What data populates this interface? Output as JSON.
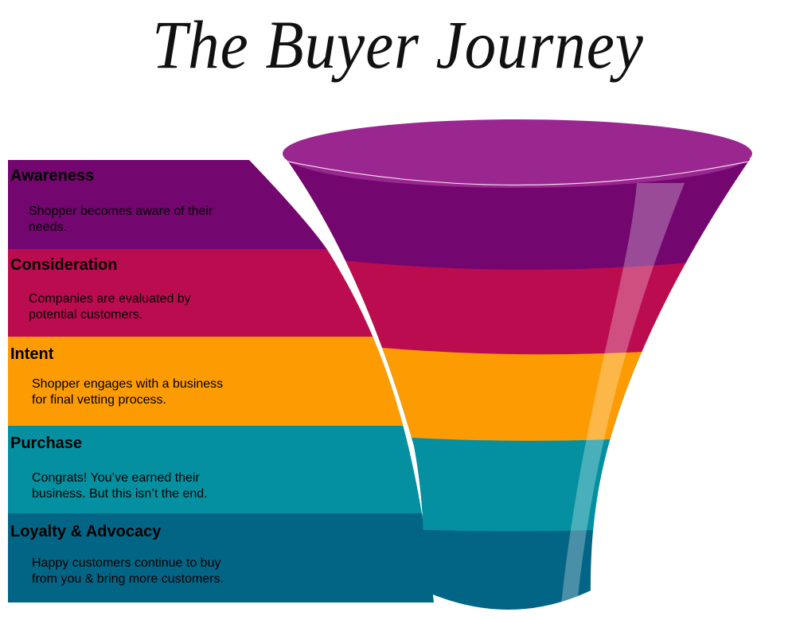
{
  "title": "The Buyer Journey",
  "stages": [
    {
      "name": "Awareness",
      "description_line1": "Shopper becomes aware of their",
      "description_line2": "needs.",
      "color": "#74066f"
    },
    {
      "name": "Consideration",
      "description_line1": "Companies are evaluated by",
      "description_line2": "potential customers.",
      "color": "#bc0c50"
    },
    {
      "name": "Intent",
      "description_line1": "Shopper engages with a business",
      "description_line2": "for final vetting process.",
      "color": "#fd9b03"
    },
    {
      "name": "Purchase",
      "description_line1": "Congrats! You’ve earned their",
      "description_line2": "business. But this isn’t the end.",
      "color": "#0490a0"
    },
    {
      "name": "Loyalty & Advocacy",
      "description_line1": "Happy customers continue to buy",
      "description_line2": "from you & bring more customers.",
      "color": "#036585"
    }
  ],
  "funnel": {
    "rim_color": "#9a2690"
  }
}
